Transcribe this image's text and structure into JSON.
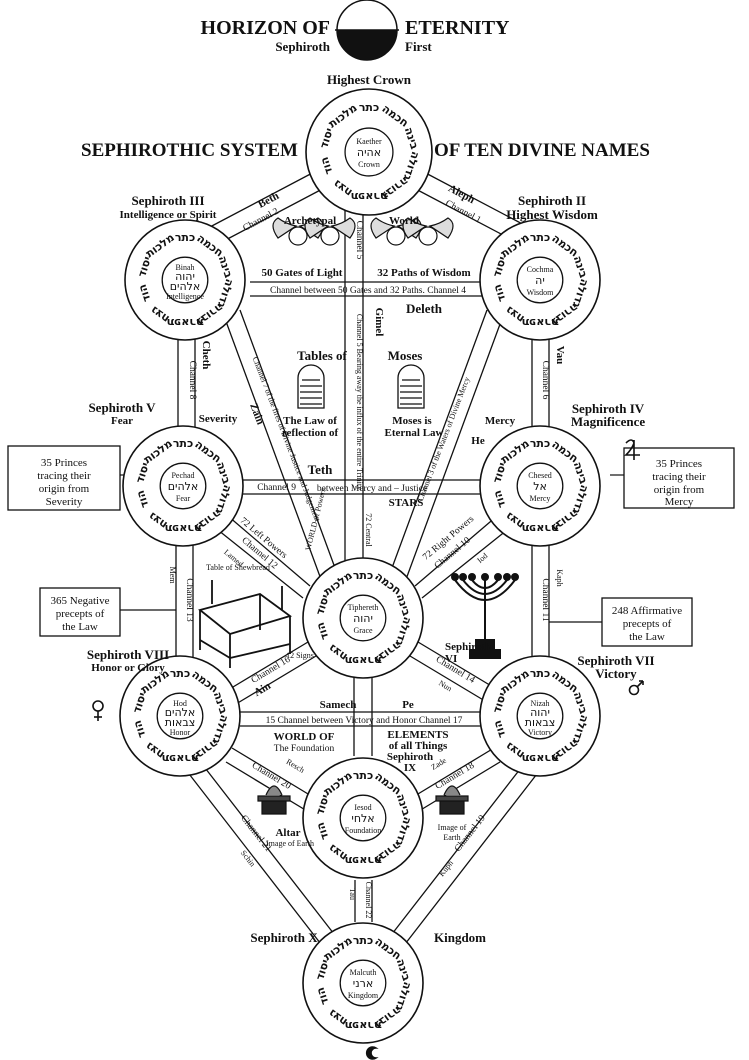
{
  "header": {
    "horizon_left": "HORIZON OF",
    "horizon_right": "ETERNITY",
    "sephiroth_first_left": "Sephiroth",
    "sephiroth_first_right": "First",
    "highest_crown": "Highest Crown",
    "system_left": "SEPHIROTHIC SYSTEM",
    "system_right": "OF TEN DIVINE NAMES"
  },
  "sephiroth": [
    {
      "key": "kether",
      "name": "Kaether",
      "hebrew": "אהיה",
      "meaning": "Crown",
      "ring": [
        "כתר",
        "חכמה",
        "בינה",
        "גדולה",
        "גבורה",
        "תפארת",
        "נצח",
        "הוד",
        "יסוד",
        "מלכות"
      ]
    },
    {
      "key": "binah",
      "name": "Binah",
      "hebrew": "יהוה",
      "hebrew2": "אלהים",
      "meaning": "Intelligence",
      "ring": [
        "כתר",
        "חכמה",
        "בינה",
        "גדולה",
        "גבורה",
        "תפארת",
        "נצח",
        "הוד",
        "יסוד",
        "מלכות"
      ]
    },
    {
      "key": "cochma",
      "name": "Cochma",
      "hebrew": "יה",
      "meaning": "Wisdom",
      "ring": [
        "כתר",
        "חכמה",
        "בינה",
        "גדולה",
        "גבורה",
        "תפארת",
        "נצח",
        "הוד",
        "יסוד",
        "מלכות"
      ]
    },
    {
      "key": "pechad",
      "name": "Pechad",
      "hebrew": "אלהים",
      "meaning": "Fear",
      "ring": [
        "כתר",
        "חכמה",
        "בינה",
        "גדולה",
        "גבורה",
        "תפארת",
        "נצח",
        "הוד",
        "יסוד",
        "מלכות"
      ]
    },
    {
      "key": "chesed",
      "name": "Chesed",
      "hebrew": "אל",
      "meaning": "Mercy",
      "ring": [
        "כתר",
        "חכמה",
        "בינה",
        "גדולה",
        "גבורה",
        "תפארת",
        "נצח",
        "הוד",
        "יסוד",
        "מלכות"
      ]
    },
    {
      "key": "tiphereth",
      "name": "Tiphereth",
      "hebrew": "יהוה",
      "meaning": "Grace",
      "ring": [
        "כתר",
        "חכמה",
        "בינה",
        "גדולה",
        "גבורה",
        "תפארת",
        "נצח",
        "הוד",
        "יסוד",
        "מלכות"
      ]
    },
    {
      "key": "hod",
      "name": "Hod",
      "hebrew": "אלהים",
      "hebrew2": "צבאות",
      "meaning": "Honor",
      "ring": [
        "כתר",
        "חכמה",
        "בינה",
        "גדולה",
        "גבורה",
        "תפארת",
        "נצח",
        "הוד",
        "יסוד",
        "מלכות"
      ]
    },
    {
      "key": "nizah",
      "name": "Nizah",
      "hebrew": "יהוה",
      "hebrew2": "צבאות",
      "meaning": "Victory",
      "ring": [
        "כתר",
        "חכמה",
        "בינה",
        "גדולה",
        "גבורה",
        "תפארת",
        "נצח",
        "הוד",
        "יסוד",
        "מלכות"
      ]
    },
    {
      "key": "iesod",
      "name": "Iesod",
      "hebrew": "אלחי",
      "meaning": "Foundation",
      "ring": [
        "כתר",
        "חכמה",
        "בינה",
        "גדולה",
        "גבורה",
        "תפארת",
        "נצח",
        "הוד",
        "יסוד",
        "מלכות"
      ]
    },
    {
      "key": "malcuth",
      "name": "Malcuth",
      "hebrew": "ארני",
      "meaning": "Kingdom",
      "ring": [
        "כתר",
        "חכמה",
        "בינה",
        "גדולה",
        "גבורה",
        "תפארת",
        "נצח",
        "הוד",
        "יסוד",
        "מלכות"
      ]
    }
  ],
  "labels": {
    "seph3_a": "Sephiroth III",
    "seph3_b": "Intelligence or Spirit",
    "seph2_a": "Sephiroth II",
    "seph2_b": "Highest Wisdom",
    "seph5_a": "Sephiroth V",
    "seph5_b": "Fear",
    "seph4_a": "Sephiroth IV",
    "seph4_b": "Magnificence",
    "seph6_a": "Sephiroth",
    "seph6_b": "VI",
    "seph8_a": "Sephiroth VIII",
    "seph8_b": "Honor or Glory",
    "seph7_a": "Sephiroth VII",
    "seph7_b": "Victory",
    "seph9_a": "ELEMENTS",
    "seph9_b": "of all Things",
    "seph9_c": "Sephiroth",
    "seph9_d": "IX",
    "seph10": "Sephiroth X",
    "kingdom": "Kingdom",
    "archetypal": "Archetypal",
    "world": "World",
    "gates50": "50 Gates of Light",
    "paths32": "32 Paths of Wisdom",
    "channel_between": "Channel between 50 Gates and 32 Paths. Channel 4",
    "deleth": "Deleth",
    "tables_of": "Tables of",
    "moses": "Moses",
    "law_of": "The Law of",
    "reflection_of": "reflection of",
    "moses_is": "Moses is",
    "eternal_law": "Eternal Law",
    "severity": "Severity",
    "mercy": "Mercy",
    "he": "He",
    "teth": "Teth",
    "between_mercy_justice": "between Mercy and – Justice",
    "world_of_powers": "WORLD of Powers",
    "stars": "STARS",
    "left_powers": "72 Left Powers",
    "right_powers": "72 Right Powers",
    "central": "72 Central",
    "table_shewbread": "Table of Shewbread",
    "twelve_signs": "12 Signs",
    "samech": "Samech",
    "pe": "Pe",
    "victory_honor": "15 Channel between Victory and Honor Channel 17",
    "world_of_foundation_a": "WORLD OF",
    "world_of_foundation_b": "The Foundation",
    "altar_a": "Altar",
    "altar_b": "Image of Earth",
    "image_earth_a": "Image of",
    "image_earth_b": "Earth",
    "beth": "Beth",
    "aleph": "Aleph",
    "gimel": "Gimel",
    "vau": "Vau",
    "cheth": "Cheth",
    "zain": "Zain",
    "lamed": "Lamed",
    "iod": "Iod",
    "mem": "Mem",
    "kaph": "Kaph",
    "ain": "Ain",
    "nun": "Nun",
    "resch": "Resch",
    "zade": "Zade",
    "schin": "Schin",
    "kuph": "Kuph",
    "tau": "Tau"
  },
  "channels": {
    "c1": "Channel 1",
    "c2": "Channel 2",
    "c3": "Channel 3",
    "c5": "Channel 5",
    "c6": "Channel 6",
    "c7": "Channel 7",
    "c8": "Channel 8",
    "c9": "Channel 9",
    "c10": "Channel 10",
    "c11": "Channel 11",
    "c12": "Channel 12",
    "c13": "Channel 13",
    "c14": "Channel 14",
    "c16": "Channel 16",
    "c18": "Channel 18",
    "c19": "Channel 19",
    "c20": "Channel 20",
    "c21": "Channel 21",
    "c22": "Channel 22",
    "c7_text": "Channel 7 of the fires of Divine Justice and Judgement",
    "c3_text": "Channel 3 of the Waters of Divine Mercy",
    "c5_text": "Channel 5 Bearing away the influx of the entire Trinity"
  },
  "boxes": {
    "left_princes": [
      "35 Princes",
      "tracing their",
      "origin from",
      "Severity"
    ],
    "right_princes": [
      "35 Princes",
      "tracing their",
      "origin from",
      "Mercy"
    ],
    "negative": [
      "365 Negative",
      "precepts of",
      "the Law"
    ],
    "affirmative": [
      "248 Affirmative",
      "precepts of",
      "the Law"
    ]
  }
}
